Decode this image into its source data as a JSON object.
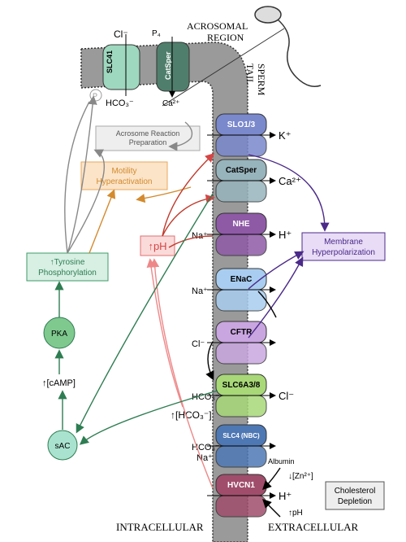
{
  "regions": {
    "acrosomal": [
      "ACROSOMAL",
      "REGION"
    ],
    "tail": [
      "SPERM",
      "TAIL"
    ],
    "intracellular": "INTRACELLULAR",
    "extracellular": "EXTRACELLULAR"
  },
  "boxes": {
    "acrosome": [
      "Acrosome Reaction",
      "Preparation"
    ],
    "motility": [
      "Motility",
      "Hyperactivation"
    ],
    "ph": "↑pH",
    "tyrosine": [
      "↑Tyrosine",
      "Phosphorylation"
    ],
    "membrane": [
      "Membrane",
      "Hyperpolarization"
    ],
    "cholesterol": [
      "Cholesterol",
      "Depletion"
    ]
  },
  "nodes": {
    "pka": "PKA",
    "camp": "↑[cAMP]",
    "sac": "sAC",
    "phospho": "P"
  },
  "top_channels": {
    "slc41": "SLC41",
    "catsper": "CatSper",
    "cl": "Cl⁻",
    "p4": "P₄",
    "hco3": "HCO₃⁻",
    "ca": "Ca²⁺"
  },
  "channels": [
    {
      "label": "SLO1/3",
      "ion": "K⁺",
      "color": "#7a88cc"
    },
    {
      "label": "CatSper",
      "ion": "Ca²⁺",
      "color": "#97b3bb"
    },
    {
      "label": "NHE",
      "ion": "H⁺",
      "ion_left": "Na⁺",
      "color": "#8e5aa6"
    },
    {
      "label": "ENaC",
      "ion_left": "Na⁺",
      "color": "#a8cdf0"
    },
    {
      "label": "CFTR",
      "ion_left": "Cl⁻",
      "color": "#c9a6e0"
    },
    {
      "label": "SLC6A3/8",
      "ion": "Cl⁻",
      "ion_left": "HCO₃⁻",
      "color": "#a8d878"
    },
    {
      "label": "SLC4 (NBC)",
      "ion_left": "HCO₃⁻",
      "ion_left2": "Na⁺",
      "color": "#4e78b4"
    },
    {
      "label": "HVCN1",
      "ion": "H⁺",
      "color": "#a04d6b"
    }
  ],
  "side_labels": {
    "hco3_internal": "↑[HCO₃⁻]",
    "albumin": "Albumin",
    "zn": "↓[Zn²⁺]",
    "ph_ext": "↑pH"
  }
}
